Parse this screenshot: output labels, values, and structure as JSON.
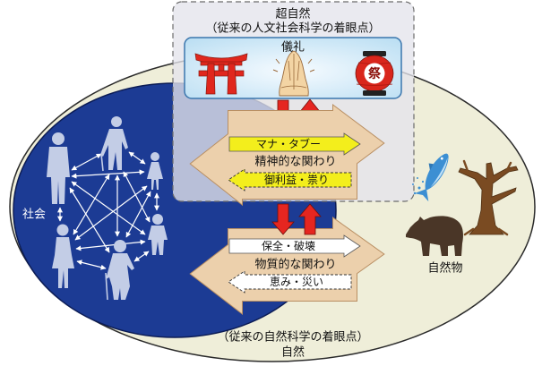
{
  "supernatural": {
    "title": "超自然",
    "subtitle": "（従来の人文社会科学の着眼点）"
  },
  "ritual": {
    "title": "儀礼",
    "icons": [
      "torii-gate-icon",
      "praying-hands-icon",
      "paper-lantern-icon"
    ],
    "lantern_text": "祭"
  },
  "spiritual_relation": {
    "label": "精神的な関わり",
    "outgoing": "マナ・タブー",
    "incoming": "御利益・祟り"
  },
  "material_relation": {
    "label": "物質的な関わり",
    "outgoing": "保全・破壊",
    "incoming": "恵み・災い"
  },
  "society": {
    "label": "社会",
    "icons": [
      "man-icon",
      "elderly-man-icon",
      "girl-icon",
      "woman-icon",
      "child-icon",
      "elderly-woman-icon"
    ]
  },
  "nature": {
    "title": "自然",
    "subtitle": "（従来の自然科学の着眼点）",
    "objects_label": "自然物",
    "icons": [
      "fish-icon",
      "tree-icon",
      "bear-icon"
    ]
  },
  "colors": {
    "nature": "#efeed9",
    "society": "#1c3b94",
    "supernatural": "#e4e4ec",
    "ritual": "#d6ebf8",
    "exchange_arrow": "#ecd0ac",
    "link_arrow": "#e52620",
    "spiritual_arrow": "#f3ee1c",
    "material_arrow": "#ffffff",
    "people": "#c3cde6"
  }
}
